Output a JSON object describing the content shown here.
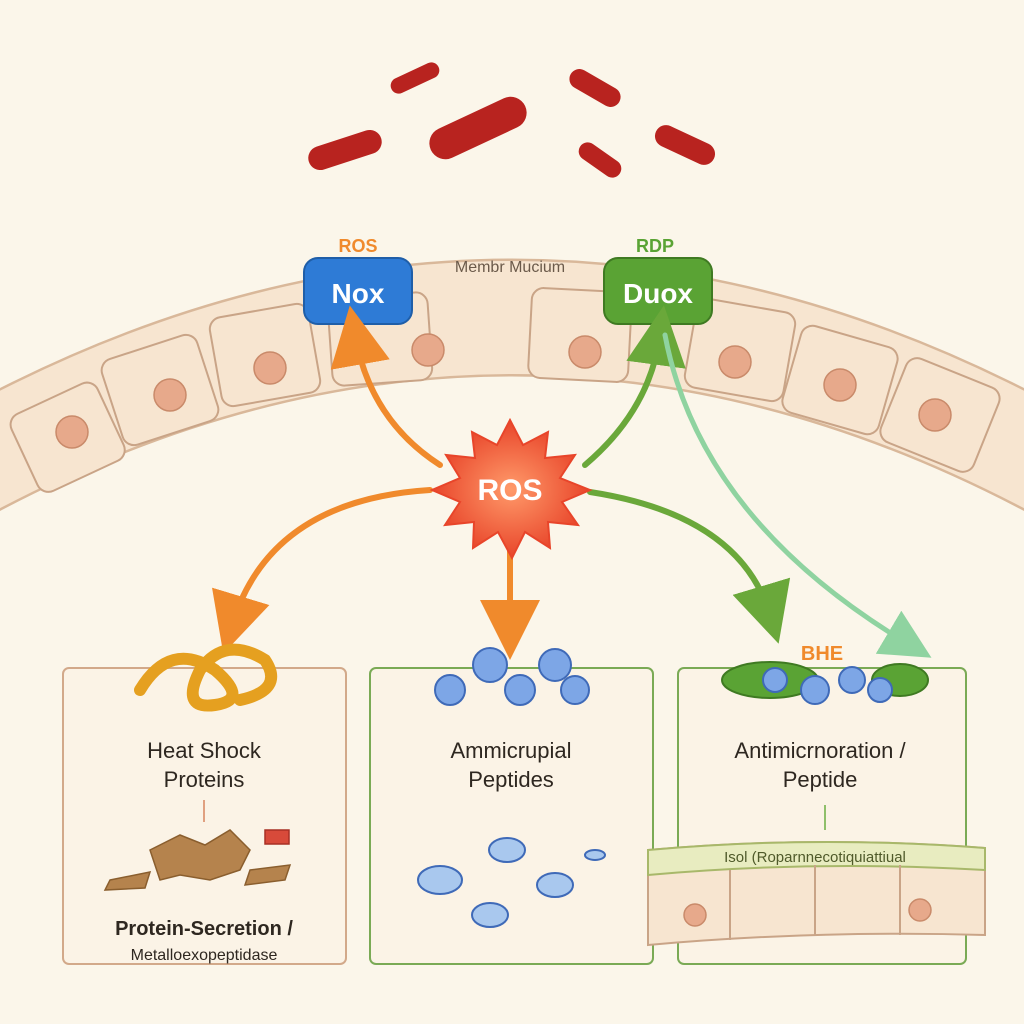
{
  "bacteria": {
    "color": "#b8231f",
    "spike_color": "#c0392b",
    "icon": "bacteria-icon"
  },
  "membrane": {
    "label": "Membr Mucium",
    "fill": "#f4dcc3",
    "nucleus_color": "#e7a98b"
  },
  "enzymes": {
    "nox": {
      "label": "Nox",
      "tag": "ROS",
      "color": "#2e7bd6",
      "tag_color": "#f08a2c"
    },
    "duox": {
      "label": "Duox",
      "tag": "RDP",
      "color": "#5aa334",
      "tag_color": "#5aa334"
    }
  },
  "ros_center": {
    "label": "ROS",
    "color": "#f25a3c"
  },
  "arrows": {
    "orange": "#f08a2c",
    "green": "#6aa83a",
    "light_green": "#8fd3a0"
  },
  "panels": {
    "left": {
      "title_line1": "Heat Shock",
      "title_line2": "Proteins",
      "bottom_line1": "Protein-Secretion /",
      "bottom_line2": "Metalloexopeptidase",
      "border": "#d2a98a"
    },
    "middle": {
      "title_line1": "Ammicrupial",
      "title_line2": "Peptides",
      "border": "#7aaa55"
    },
    "right": {
      "title_line1": "Antimicrnoration /",
      "title_line2": "Peptide",
      "tag": "BHE",
      "strip_label": "Isol (Roparnnecotiquiattiual",
      "border": "#7aaa55"
    }
  }
}
